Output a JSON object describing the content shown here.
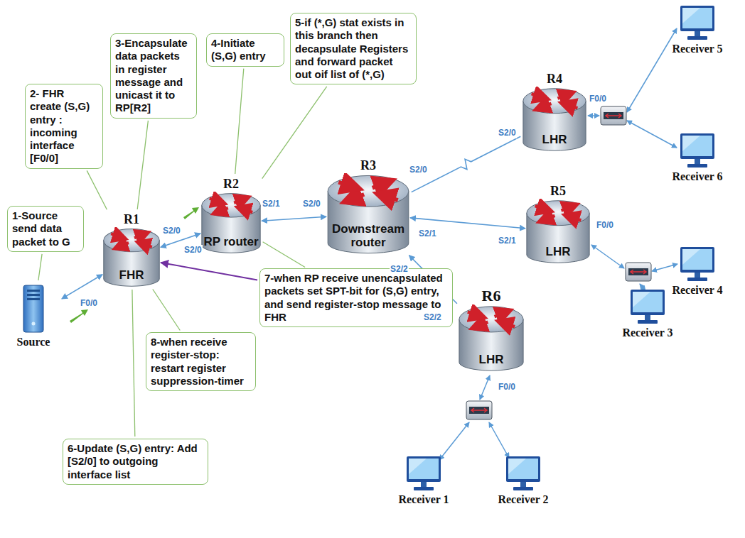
{
  "diagram": {
    "nodes": [
      {
        "text": [
          "1-Source send data packet to G"
        ]
      },
      {
        "text": [
          "2- FHR create (S,G) entry : incoming interface [F0/0]"
        ]
      },
      {
        "text": [
          "3-Encapsulate data packets in register message and unicast it to RP[R2]"
        ]
      },
      {
        "text": [
          "4-Initiate (S,G) entry"
        ]
      },
      {
        "text": [
          "5-if (*,G) stat exists in this branch then decapsulate Registers and forward packet out oif list of (*,G)"
        ]
      },
      {
        "text": [
          "R1",
          "FHR"
        ]
      },
      {
        "text": [
          "R2",
          "RP router"
        ]
      },
      {
        "text": [
          "R3",
          "Downstream router"
        ]
      },
      {
        "text": [
          "R4",
          "LHR"
        ]
      },
      {
        "text": [
          "R5",
          "LHR"
        ]
      },
      {
        "text": [
          "R6",
          "LHR"
        ]
      },
      {
        "text": [
          "6-Update (S,G) entry: Add [S2/0] to outgoing interface list"
        ]
      },
      {
        "text": [
          "7-when RP receive unencapsulated packets set SPT-bit for (S,G) entry, and send register-stop message to FHR"
        ]
      },
      {
        "text": [
          "8-when receive register-stop: restart register suppression-timer"
        ]
      },
      {
        "text": [
          "Source"
        ]
      },
      {
        "text": [
          "Receiver 5"
        ]
      },
      {
        "text": [
          "Receiver 6"
        ]
      },
      {
        "text": [
          "Receiver 4"
        ]
      },
      {
        "text": [
          "Receiver 3"
        ]
      },
      {
        "text": [
          "Receiver 1"
        ]
      },
      {
        "text": [
          "Receiver 2"
        ]
      }
    ],
    "edges": [
      {
        "from": 14,
        "to": 5,
        "arrow": "both"
      },
      {
        "from": 5,
        "to": 6,
        "arrow": "both"
      },
      {
        "from": 6,
        "to": 7,
        "arrow": "both"
      },
      {
        "from": 7,
        "to": 8,
        "arrow": "none"
      },
      {
        "from": 7,
        "to": 9,
        "arrow": "both"
      },
      {
        "from": 10,
        "to": 7,
        "arrow": "to"
      },
      {
        "from": 0,
        "to": 14,
        "arrow": "none"
      },
      {
        "from": 1,
        "to": 5,
        "arrow": "none"
      },
      {
        "from": 2,
        "to": 5,
        "arrow": "none"
      },
      {
        "from": 3,
        "to": 6,
        "arrow": "none"
      },
      {
        "from": 4,
        "to": 6,
        "arrow": "none"
      },
      {
        "from": 11,
        "to": 5,
        "arrow": "none"
      },
      {
        "from": 12,
        "to": 6,
        "arrow": "none"
      },
      {
        "from": 13,
        "to": 5,
        "arrow": "none"
      },
      {
        "from": 12,
        "to": 5,
        "arrow": "to"
      }
    ],
    "labels": [
      "F0/0",
      "S2/0",
      "S2/0",
      "S2/1",
      "S2/0",
      "S2/0",
      "S2/0",
      "F0/0",
      "S2/1",
      "S2/1",
      "F0/0",
      "S2/2",
      "S2/2",
      "F0/0"
    ]
  }
}
